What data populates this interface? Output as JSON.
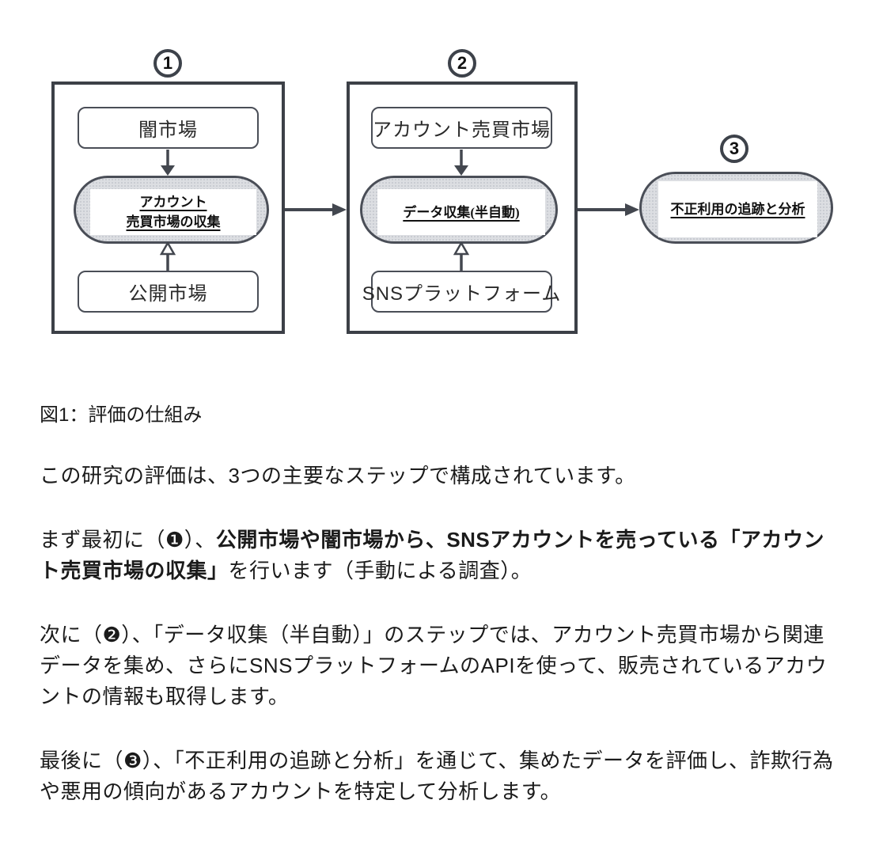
{
  "figure": {
    "steps": [
      {
        "number": "1",
        "top_box": "闇市場",
        "center_line1": "アカウント",
        "center_line2": "売買市場の収集",
        "bottom_box": "公開市場"
      },
      {
        "number": "2",
        "top_box": "アカウント売買市場",
        "center": "データ収集(半自動)",
        "bottom_box": "SNSプラットフォーム"
      },
      {
        "number": "3",
        "center": "不正利用の追跡と分析"
      }
    ]
  },
  "caption": "図1：評価の仕組み",
  "paragraphs": {
    "intro": "この研究の評価は、3つの主要なステップで構成されています。",
    "step1_pre": "まず最初に（❶）、",
    "step1_bold": "公開市場や闇市場から、SNSアカウントを売っている「アカウント売買市場の収集」",
    "step1_post": "を行います（手動による調査）。",
    "step2": "次に（❷）、「データ収集（半自動）」のステップでは、アカウント売買市場から関連データを集め、さらにSNSプラットフォームのAPIを使って、販売されているアカウントの情報も取得します。",
    "step3": "最後に（❸）、「不正利用の追跡と分析」を通じて、集めたデータを評価し、詐欺行為や悪用の傾向があるアカウントを特定して分析します。"
  },
  "colors": {
    "line": "#3e434b",
    "stadium_fill": "#dcdee2",
    "text": "#1b1b1b"
  }
}
